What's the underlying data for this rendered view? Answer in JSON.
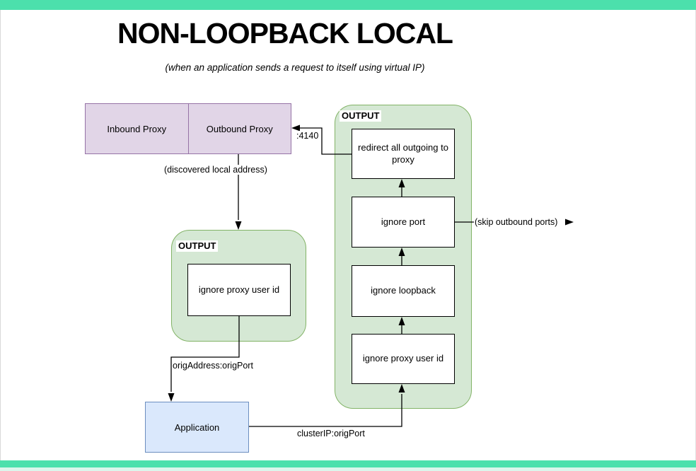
{
  "page": {
    "title": "NON-LOOPBACK LOCAL",
    "subtitle": "(when an application sends a request to itself using virtual IP)"
  },
  "colors": {
    "frame_teal": "#4ce0ac",
    "frame_teal_light": "#dcf6ec",
    "purple_fill": "#e1d5e7",
    "purple_border": "#9673a6",
    "green_fill": "#d5e8d4",
    "green_border": "#82b366",
    "blue_fill": "#dae8fc",
    "blue_border": "#6c8ebf"
  },
  "proxy_group": {
    "inbound_label": "Inbound Proxy",
    "outbound_label": "Outbound Proxy"
  },
  "output_left": {
    "title": "OUTPUT",
    "rules": [
      "ignore proxy user id"
    ]
  },
  "output_right": {
    "title": "OUTPUT",
    "rules": [
      "ignore proxy user id",
      "ignore loopback",
      "ignore port",
      "redirect all outgoing to proxy"
    ]
  },
  "application": {
    "label": "Application"
  },
  "edge_labels": {
    "port_4140": ":4140",
    "discovered_local_address": "(discovered local address)",
    "orig_address_port": "origAddress:origPort",
    "cluster_ip_port": "clusterIP:origPort",
    "skip_outbound_ports": "(skip outbound ports)"
  }
}
